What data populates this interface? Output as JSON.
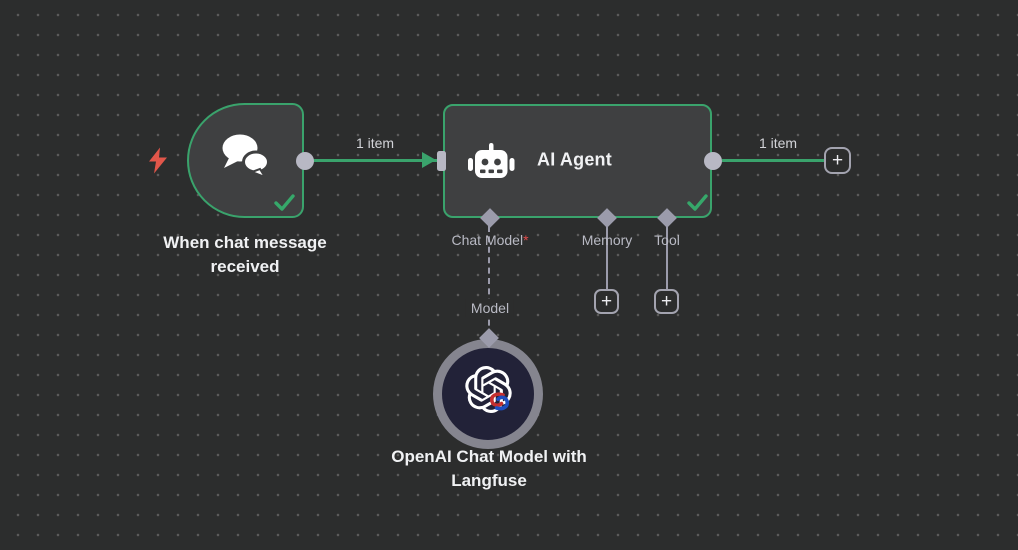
{
  "canvas": {
    "background_color": "#2c2d2d",
    "dot_color": "#5a5a5a",
    "accent_green": "#3aa36c",
    "node_fill": "#3f4041",
    "connector_gray": "#9b9bab",
    "port_gray": "#b8b8c4",
    "trigger_bolt_color": "#e2564a",
    "openai_node_fill": "#222238",
    "required_marker_color": "#e14b4b"
  },
  "nodes": {
    "chat_trigger": {
      "label": "When chat message received",
      "icon": "chat-bubbles-icon",
      "status": "success",
      "status_icon": "success-checkmark-icon",
      "trigger_icon": "lightning-bolt-icon"
    },
    "ai_agent": {
      "title": "AI Agent",
      "icon": "robot-icon",
      "status": "success",
      "status_icon": "success-checkmark-icon",
      "sub_inputs": [
        {
          "label": "Chat Model",
          "required_marker": "*"
        },
        {
          "label": "Memory",
          "required_marker": ""
        },
        {
          "label": "Tool",
          "required_marker": ""
        }
      ]
    },
    "openai_chat_model": {
      "label": "OpenAI Chat Model with Langfuse",
      "icon": "openai-logo-icon",
      "badge_icon": "langfuse-icon"
    }
  },
  "connections": {
    "trigger_to_agent_label": "1 item",
    "agent_output_label": "1 item",
    "model_link_label": "Model"
  },
  "buttons": {
    "plus": "+"
  }
}
